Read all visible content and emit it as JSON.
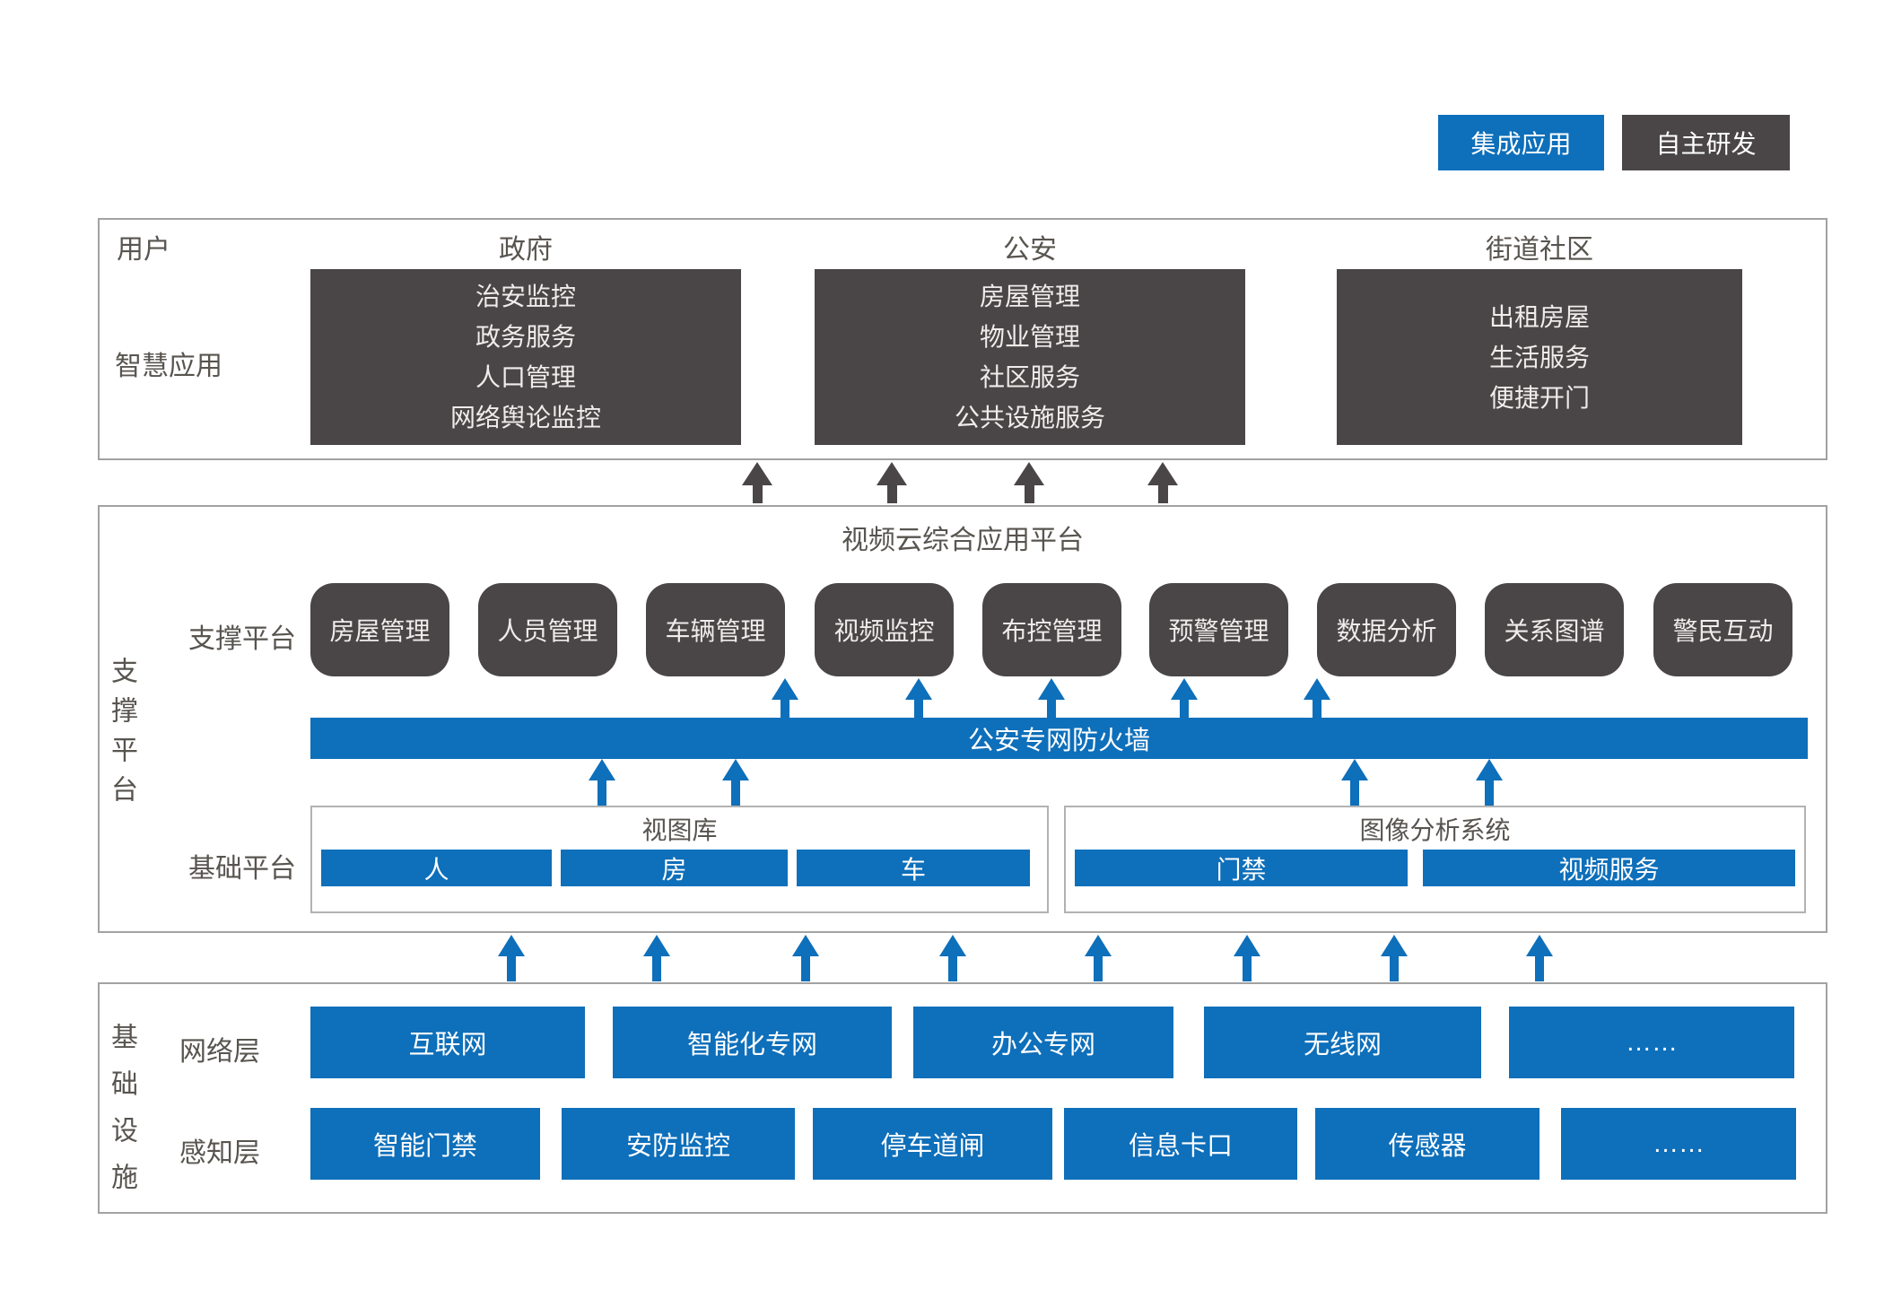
{
  "legend": {
    "integrated": "集成应用",
    "self_developed": "自主研发"
  },
  "colors": {
    "accent_blue": "#0e6fba",
    "dark_gray": "#4a4647"
  },
  "user_section": {
    "row_label": "用户",
    "apps_label": "智慧应用",
    "columns": [
      {
        "header": "政府",
        "items": [
          "治安监控",
          "政务服务",
          "人口管理",
          "网络舆论监控"
        ]
      },
      {
        "header": "公安",
        "items": [
          "房屋管理",
          "物业管理",
          "社区服务",
          "公共设施服务"
        ]
      },
      {
        "header": "街道社区",
        "items": [
          "出租房屋",
          "生活服务",
          "便捷开门"
        ]
      }
    ]
  },
  "platform": {
    "side_label": "支撑平台",
    "title": "视频云综合应用平台",
    "support_label": "支撑平台",
    "support_boxes": [
      "房屋管理",
      "人员管理",
      "车辆管理",
      "视频监控",
      "布控管理",
      "预警管理",
      "数据分析",
      "关系图谱",
      "警民互动"
    ],
    "firewall": "公安专网防火墙",
    "base_label": "基础平台",
    "base_groups": [
      {
        "title": "视图库",
        "cells": [
          "人",
          "房",
          "车"
        ]
      },
      {
        "title": "图像分析系统",
        "cells": [
          "门禁",
          "视频服务"
        ]
      }
    ]
  },
  "infra": {
    "side_label": "基础设施",
    "network_label": "网络层",
    "network_boxes": [
      "互联网",
      "智能化专网",
      "办公专网",
      "无线网",
      "……"
    ],
    "sensor_label": "感知层",
    "sensor_boxes": [
      "智能门禁",
      "安防监控",
      "停车道闸",
      "信息卡口",
      "传感器",
      "……"
    ]
  }
}
